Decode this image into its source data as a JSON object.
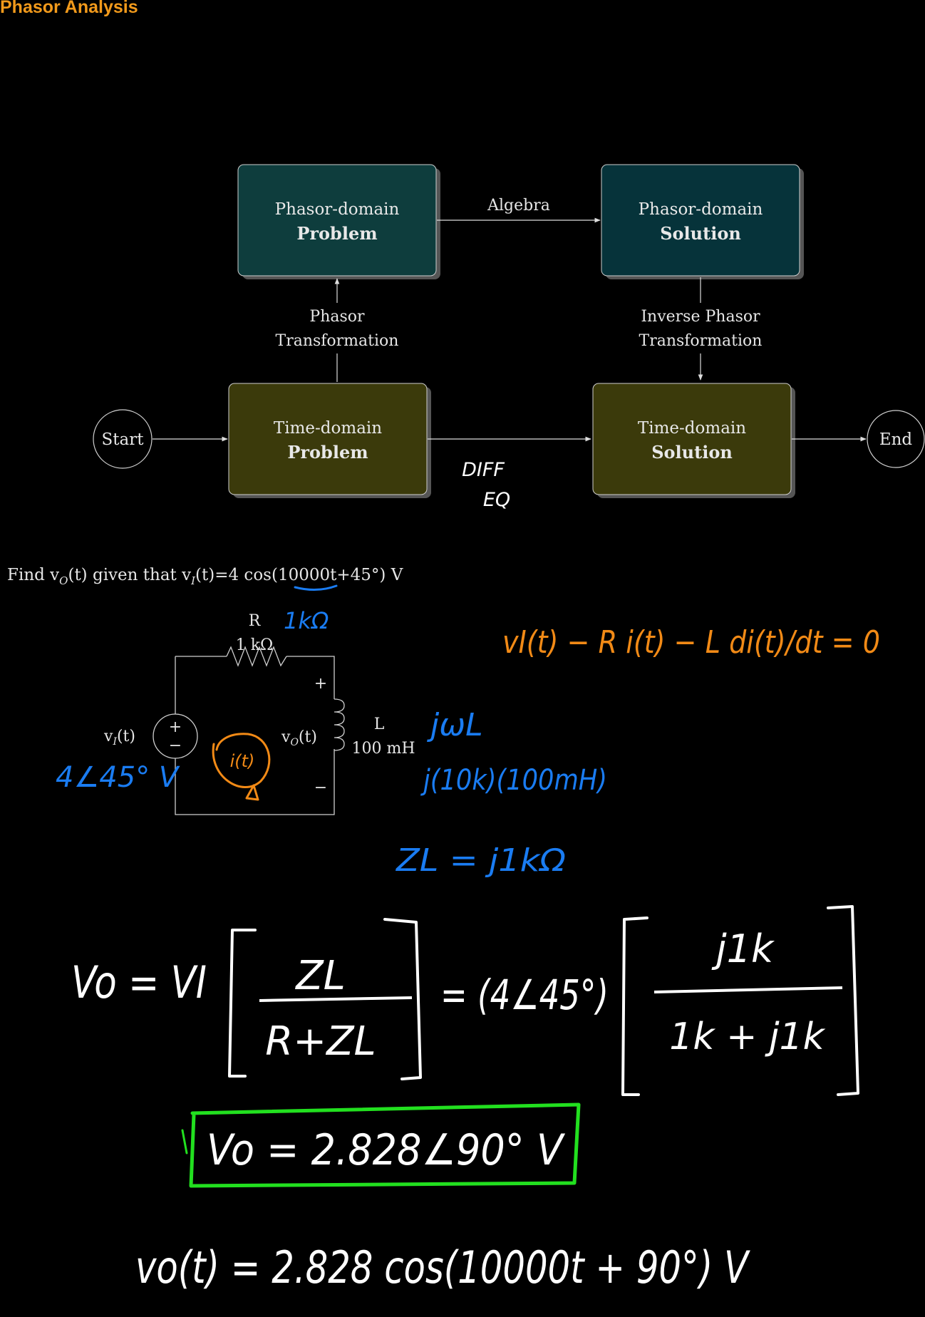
{
  "page_title": "Phasor Analysis",
  "flowchart": {
    "start": "Start",
    "end": "End",
    "phasor_problem": {
      "line1": "Phasor-domain",
      "line2": "Problem"
    },
    "phasor_solution": {
      "line1": "Phasor-domain",
      "line2": "Solution"
    },
    "time_problem": {
      "line1": "Time-domain",
      "line2": "Problem"
    },
    "time_solution": {
      "line1": "Time-domain",
      "line2": "Solution"
    },
    "algebra": "Algebra",
    "phasor_transform": {
      "line1": "Phasor",
      "line2": "Transformation"
    },
    "inverse_transform": {
      "line1": "Inverse Phasor",
      "line2": "Transformation"
    },
    "diff_eq_note": {
      "line1": "DIFF",
      "line2": "EQ"
    }
  },
  "problem": {
    "prefix": "Find v",
    "vo_sub": "O",
    "mid1": "(t) given that v",
    "vi_sub": "I",
    "mid2": "(t)=4 cos(",
    "omega": "10000",
    "suffix": "t+45°) V"
  },
  "circuit": {
    "r_label": "R",
    "r_value": "1 kΩ",
    "l_label": "L",
    "l_value": "100 mH",
    "vi_label": "v",
    "vi_sub": "I",
    "vi_t": "(t)",
    "vo_label": "v",
    "vo_sub": "O",
    "vo_t": "(t)",
    "plus": "+",
    "minus": "−"
  },
  "annotations": {
    "r_hand": "1kΩ",
    "vi_phasor": "4∠45° V",
    "current": "i(t)",
    "kvl": "vI(t) − R i(t) − L di(t)/dt = 0",
    "jwl": "jωL",
    "jwl_sub": "j(10k)(100mH)",
    "zl": "ZL = j1kΩ",
    "divider_lhs": "Vo = VI",
    "divider_num": "ZL",
    "divider_den": "R+ZL",
    "divider_mid": "= (4∠45°)",
    "divider_num2": "j1k",
    "divider_den2": "1k + j1k",
    "result": "Vo = 2.828∠90° V",
    "time_result": "vo(t) = 2.828 cos(10000t + 90°) V"
  },
  "colors": {
    "title": "#f29a1b",
    "phasor_box": "#0e3d3d",
    "time_box": "#3b3a0b",
    "handwriting_blue": "#1a7cf2",
    "handwriting_orange": "#f28a16",
    "handwriting_white": "#ffffff",
    "highlight_green": "#22e01f"
  }
}
